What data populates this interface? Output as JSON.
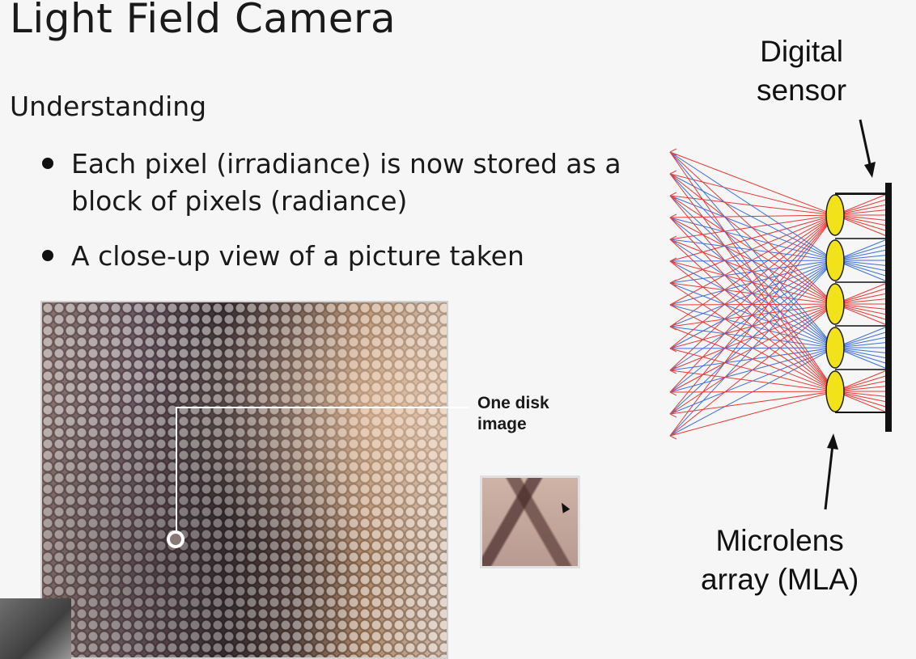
{
  "slide": {
    "title": "Light Field Camera",
    "subtitle": "Understanding",
    "bullets": [
      "Each pixel (irradiance) is now stored as a block of pixels (radiance)",
      "A close-up view of a picture taken"
    ]
  },
  "figure": {
    "callout_label": "One disk image"
  },
  "diagram": {
    "sensor_label_1": "Digital",
    "sensor_label_2": "sensor",
    "mla_label_1": "Microlens",
    "mla_label_2": "array (MLA)",
    "colors": {
      "red_rays": "#e53935",
      "blue_rays": "#3f6fd8",
      "lens": "#f2e21a",
      "sensor": "#111111"
    }
  }
}
